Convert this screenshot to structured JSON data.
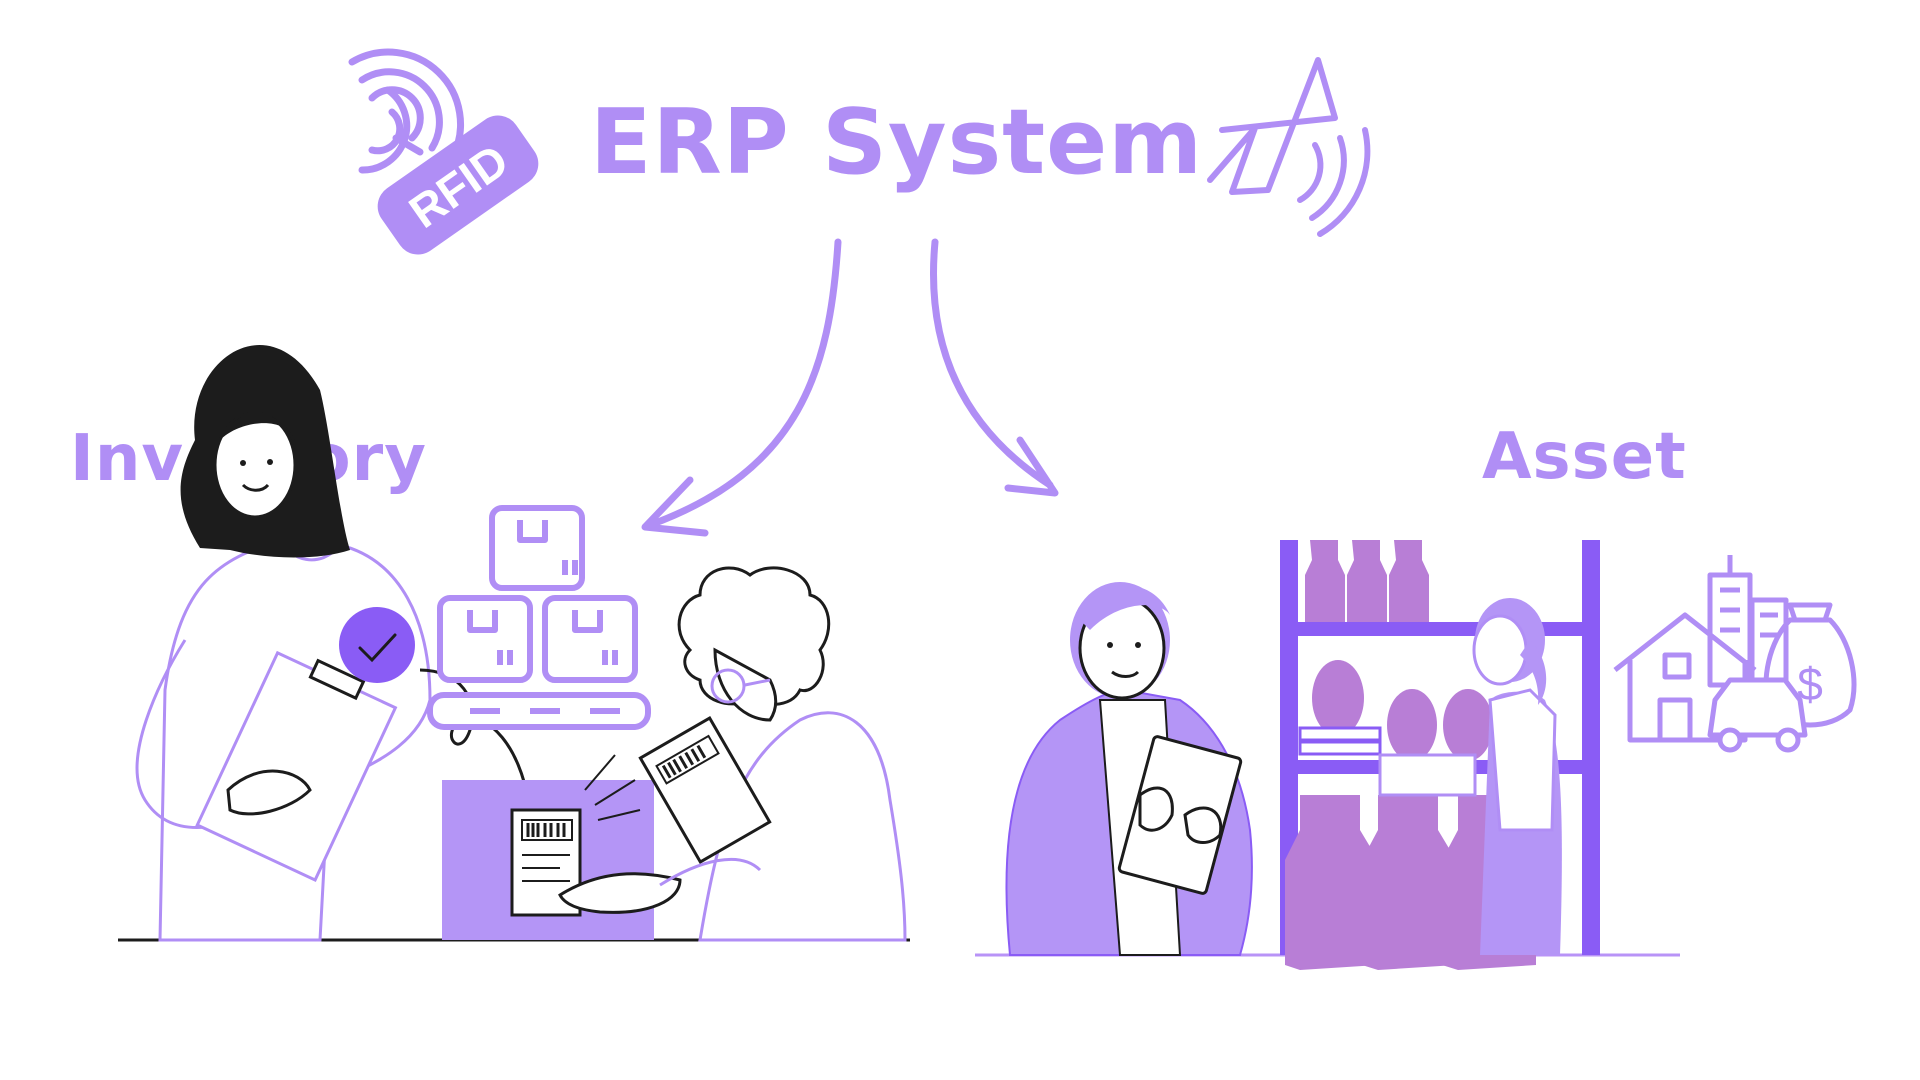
{
  "diagram": {
    "title": "ERP System",
    "left_branch": {
      "label": "Inventory"
    },
    "right_branch": {
      "label": "Asset"
    },
    "icons": {
      "rfid_tag": {
        "name": "rfid-tag-icon",
        "text": "RFID"
      },
      "bluetooth": {
        "name": "bluetooth-icon"
      },
      "checkmark": {
        "name": "checkmark-icon"
      },
      "real_estate": {
        "name": "real-estate-icon",
        "symbol": "$"
      }
    },
    "colors": {
      "accent": "#b08ef5",
      "line": "#b893f7",
      "fill_light": "#b495f6",
      "fill_dark": "#8a5cf5",
      "vase": "#b87ed6",
      "ink": "#1c1c1c"
    }
  }
}
